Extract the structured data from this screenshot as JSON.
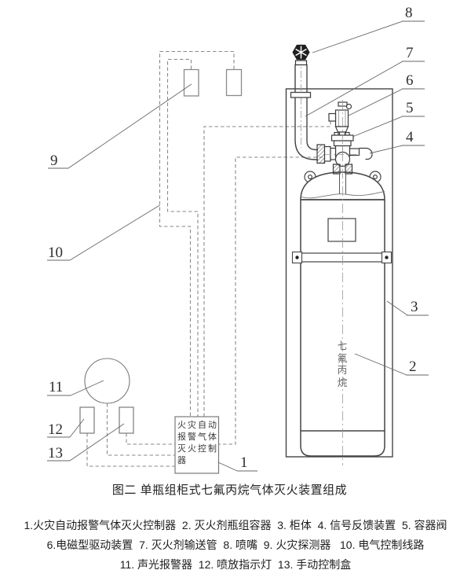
{
  "figure": {
    "caption": "图二 单瓶组柜式七氟丙烷气体灭火装置组成",
    "cylinder_text": "七氟丙烷",
    "controller_text": "火灾自动报警气体灭火控制器",
    "callouts": [
      "1",
      "2",
      "3",
      "4",
      "5",
      "6",
      "7",
      "8",
      "9",
      "10",
      "11",
      "12",
      "13"
    ],
    "legend_lines": [
      "1.火灾自动报警气体灭火控制器  2. 灭火剂瓶组容器  3. 柜体  4. 信号反馈装置  5. 容器阀",
      "6.电磁型驱动装置  7. 灭火剂输送管  8. 喷嘴  9. 火灾探测器   10. 电气控制线路",
      "11. 声光报警器  12. 喷放指示灯  13. 手动控制盒"
    ],
    "legend_items": [
      {
        "num": "1",
        "label": "火灾自动报警气体灭火控制器"
      },
      {
        "num": "2",
        "label": "灭火剂瓶组容器"
      },
      {
        "num": "3",
        "label": "柜体"
      },
      {
        "num": "4",
        "label": "信号反馈装置"
      },
      {
        "num": "5",
        "label": "容器阀"
      },
      {
        "num": "6",
        "label": "电磁型驱动装置"
      },
      {
        "num": "7",
        "label": "灭火剂输送管"
      },
      {
        "num": "8",
        "label": "喷嘴"
      },
      {
        "num": "9",
        "label": "火灾探测器"
      },
      {
        "num": "10",
        "label": "电气控制线路"
      },
      {
        "num": "11",
        "label": "声光报警器"
      },
      {
        "num": "12",
        "label": "喷放指示灯"
      },
      {
        "num": "13",
        "label": "手动控制盒"
      }
    ],
    "colors": {
      "line": "#444444",
      "device_line": "#777777",
      "wire_dashed": "#8a8a8a",
      "text": "#222222",
      "nozzle_fill": "#1f1f1f"
    }
  }
}
